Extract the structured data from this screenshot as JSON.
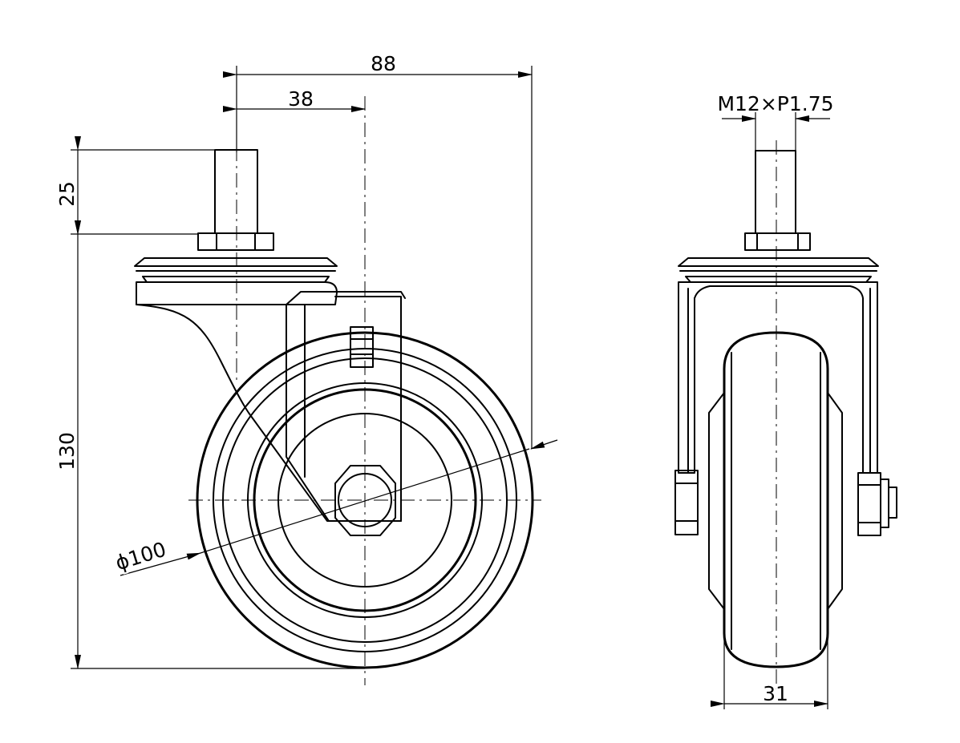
{
  "dimensions": {
    "overall_offset": "88",
    "swivel_offset": "38",
    "stem_length": "25",
    "total_height": "130",
    "wheel_diameter": "ϕ100",
    "thread": "M12×P1.75",
    "wheel_width": "31"
  }
}
